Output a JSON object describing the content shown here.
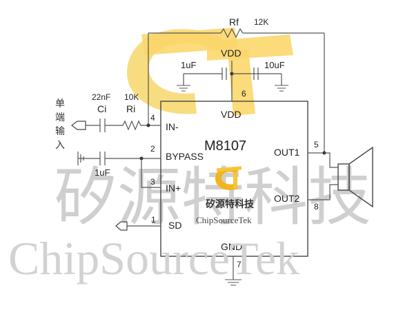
{
  "chip": {
    "part_number": "M8107",
    "pins": {
      "vdd": "VDD",
      "in_minus": "IN-",
      "bypass": "BYPASS",
      "in_plus": "IN+",
      "sd": "SD",
      "gnd": "GND",
      "out1": "OUT1",
      "out2": "OUT2"
    },
    "pin_numbers": {
      "p1": "1",
      "p2": "2",
      "p3": "3",
      "p4": "4",
      "p5": "5",
      "p6": "6",
      "p7": "7",
      "p8": "8"
    },
    "logo_cn": "矽源特科技",
    "logo_en": "ChipSourceTek"
  },
  "components": {
    "rf_name": "Rf",
    "rf_value": "12K",
    "vdd_label": "VDD",
    "c_left_value": "1uF",
    "c_right_value": "10uF",
    "ci_value": "22nF",
    "ci_name": "Ci",
    "ri_value": "10K",
    "ri_name": "Ri",
    "bypass_cap_value": "1uF"
  },
  "input_label": [
    "单",
    "端",
    "输",
    "入"
  ],
  "watermark": {
    "cn": "矽源特科技",
    "en": "ChipSourceTek"
  },
  "colors": {
    "logo_yellow": "#f7c325",
    "wire": "#555555",
    "watermark": "#cfcfcf"
  }
}
